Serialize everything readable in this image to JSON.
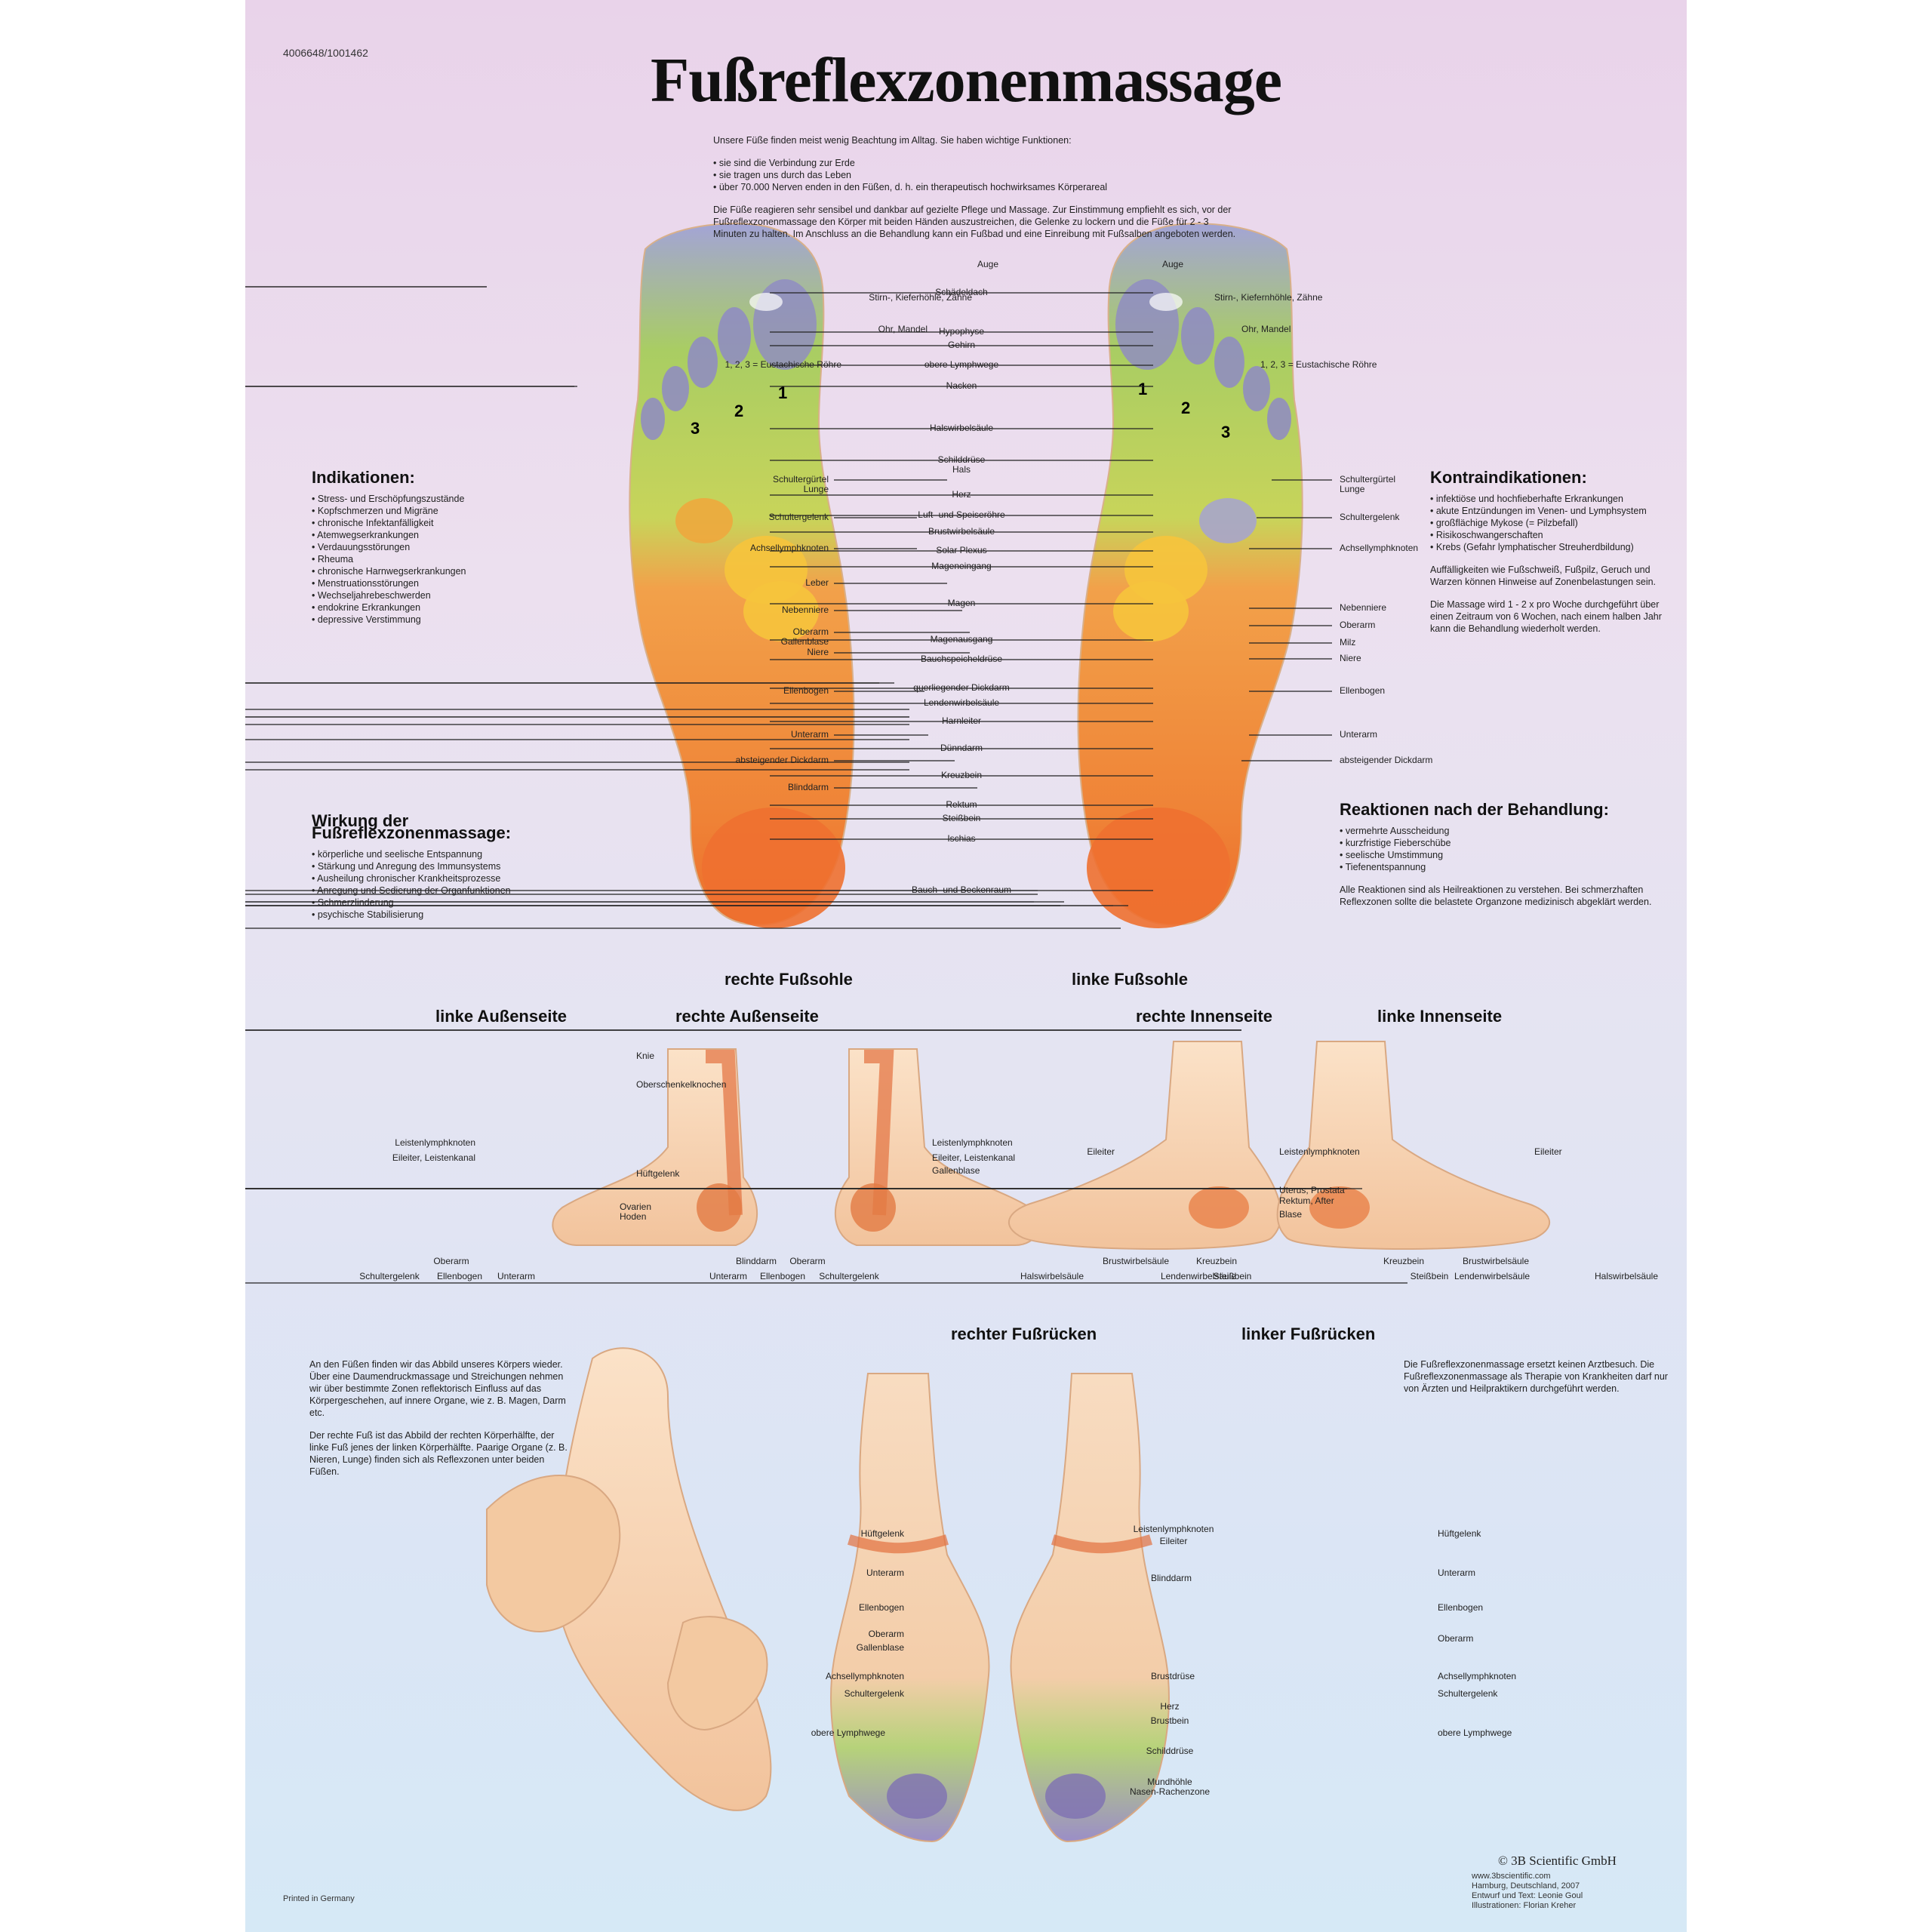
{
  "poster": {
    "code": "4006648/1001462",
    "title": "Fußreflexzonenmassage",
    "intro": {
      "lead": "Unsere Füße finden meist wenig Beachtung im Alltag. Sie haben wichtige Funktionen:",
      "bullets": [
        "sie sind die Verbindung zur Erde",
        "sie tragen uns durch das Leben",
        "über 70.000 Nerven enden in den Füßen, d. h. ein therapeutisch hochwirksames Körperareal"
      ],
      "body": "Die Füße reagieren sehr sensibel und dankbar auf gezielte Pflege und Massage. Zur Einstimmung empfiehlt es sich, vor der Fußreflexzonenmassage den Körper mit beiden Händen auszustreichen, die Gelenke zu lockern und die Füße für 2 - 3 Minuten zu halten. Im Anschluss an die Behandlung kann ein Fußbad und eine Einreibung mit Fußsalben angeboten werden."
    },
    "indikationen": {
      "heading": "Indikationen:",
      "items": [
        "Stress- und Erschöpfungszustände",
        "Kopfschmerzen und Migräne",
        "chronische Infektanfälligkeit",
        "Atemwegserkrankungen",
        "Verdauungsstörungen",
        "Rheuma",
        "chronische Harnwegserkrankungen",
        "Menstruationsstörungen",
        "Wechseljahrebeschwerden",
        "endokrine Erkrankungen",
        "depressive Verstimmung"
      ]
    },
    "kontra": {
      "heading": "Kontraindikationen:",
      "items": [
        "infektiöse und hochfieberhafte Erkrankungen",
        "akute Entzündungen im Venen- und Lymphsystem",
        "großflächige Mykose (= Pilzbefall)",
        "Risikoschwangerschaften",
        "Krebs (Gefahr lymphatischer Streuherdbildung)"
      ],
      "p1": "Auffälligkeiten wie Fußschweiß, Fußpilz, Geruch und Warzen können Hinweise auf Zonenbelastungen sein.",
      "p2": "Die Massage wird 1 - 2 x pro Woche durchgeführt über einen Zeitraum von 6 Wochen, nach einem halben Jahr kann die Behandlung wiederholt werden."
    },
    "wirkung": {
      "heading": "Wirkung der Fußreflexzonenmassage:",
      "items": [
        "körperliche und seelische Entspannung",
        "Stärkung und Anregung des Immunsystems",
        "Ausheilung chronischer Krankheitsprozesse",
        "Anregung und Sedierung der Organfunktionen",
        "Schmerzlinderung",
        "psychische Stabilisierung"
      ]
    },
    "reaktionen": {
      "heading": "Reaktionen nach der Behandlung:",
      "items": [
        "vermehrte Ausscheidung",
        "kurzfristige Fieberschübe",
        "seelische Umstimmung",
        "Tiefenentspannung"
      ],
      "p1": "Alle Reaktionen sind als Heilreaktionen zu verstehen. Bei schmerzhaften Reflexzonen sollte die belastete Organzone medizinisch abgeklärt werden."
    },
    "hands_text": {
      "p1": "An den Füßen finden wir das Abbild unseres Körpers wieder. Über eine Daumendruckmassage und Streichungen nehmen wir über bestimmte Zonen reflektorisch Einfluss auf das Körpergeschehen, auf innere Organe, wie z. B. Magen, Darm etc.",
      "p2": "Der rechte Fuß ist das Abbild der rechten Körperhälfte, der linke Fuß jenes der linken Körperhälfte. Paarige Organe (z. B. Nieren, Lunge) finden sich als Reflexzonen unter beiden Füßen."
    },
    "disclaimer": "Die Fußreflexzonenmassage ersetzt keinen Arztbesuch. Die Fußreflexzonenmassage als Therapie von Krankheiten darf nur von Ärzten und Heilpraktikern durchgeführt werden.",
    "captions": {
      "rechte_fusssohle": "rechte Fußsohle",
      "linke_fusssohle": "linke Fußsohle",
      "linke_aussenseite": "linke Außenseite",
      "rechte_aussenseite": "rechte Außenseite",
      "rechte_innenseite": "rechte Innenseite",
      "linke_innenseite": "linke Innenseite",
      "rechter_fussruecken": "rechter Fußrücken",
      "linker_fussruecken": "linker Fußrücken"
    },
    "toe_numbers": [
      "1",
      "2",
      "3"
    ],
    "footer": {
      "printed": "Printed in Germany",
      "brand": "© 3B Scientific GmbH",
      "url": "www.3bscientific.com",
      "place": "Hamburg, Deutschland, 2007",
      "text_credit": "Entwurf und Text: Leonie Goul",
      "illus_credit": "Illustrationen: Florian Kreher"
    }
  },
  "labels": {
    "sole_center": [
      "Schädeldach",
      "Hypophyse",
      "Gehirn",
      "obere Lymphwege",
      "Nacken",
      "Halswirbelsäule",
      "Schilddrüse\nHals",
      "Herz",
      "Luft- und Speiseröhre",
      "Brustwirbelsäule",
      "Solar Plexus",
      "Mageneingang",
      "Magen",
      "Magenausgang",
      "Bauchspeicheldrüse",
      "querliegender Dickdarm",
      "Lendenwirbelsäule",
      "Harnleiter",
      "Dünndarm",
      "Kreuzbein",
      "Rektum",
      "Steißbein",
      "Ischias",
      "Bauch- und Beckenraum"
    ],
    "sole_left": [
      "Auge",
      "Stirn-, Kieferhöhle, Zähne",
      "Ohr, Mandel",
      "1, 2, 3 = Eustachische Röhre",
      "Schultergürtel\nLunge",
      "Schultergelenk",
      "Achsellymphknoten",
      "Leber",
      "Nebenniere",
      "Oberarm\nGallenblase",
      "Niere",
      "Ellenbogen",
      "Unterarm",
      "absteigender Dickdarm",
      "Blinddarm"
    ],
    "sole_right": [
      "Auge",
      "Stirn-, Kiefernhöhle, Zähne",
      "Ohr, Mandel",
      "1, 2, 3 = Eustachische Röhre",
      "Schultergürtel\nLunge",
      "Schultergelenk",
      "Achsellymphknoten",
      "Nebenniere",
      "Oberarm",
      "Milz",
      "Niere",
      "Ellenbogen",
      "Unterarm",
      "absteigender Dickdarm"
    ],
    "outer": [
      "Knie",
      "Oberschenkelknochen",
      "Leistenlymphknoten",
      "Eileiter, Leistenkanal",
      "Hüftgelenk",
      "Ovarien\nHoden",
      "Leistenlymphknoten",
      "Eileiter, Leistenkanal",
      "Gallenblase",
      "Oberarm",
      "Schultergelenk",
      "Ellenbogen",
      "Unterarm",
      "Blinddarm",
      "Oberarm",
      "Unterarm",
      "Ellenbogen",
      "Schultergelenk"
    ],
    "inner": [
      "Eileiter",
      "Leistenlymphknoten",
      "Uterus, Prostata",
      "Rektum, After",
      "Blase",
      "Eileiter",
      "Brustwirbelsäule",
      "Halswirbelsäule",
      "Lendenwirbelsäule",
      "Kreuzbein",
      "Steißbein",
      "Kreuzbein",
      "Brustwirbelsäule",
      "Steißbein",
      "Lendenwirbelsäule",
      "Halswirbelsäule"
    ],
    "dorsum": [
      "Hüftgelenk",
      "Unterarm",
      "Ellenbogen",
      "Oberarm",
      "Gallenblase",
      "Achsellymphknoten",
      "Schultergelenk",
      "obere Lymphwege",
      "Leistenlymphknoten",
      "Eileiter",
      "Blinddarm",
      "Brustdrüse",
      "Herz",
      "Brustbein",
      "Schilddrüse",
      "Mundhöhle\nNasen-Rachenzone",
      "Hüftgelenk",
      "Unterarm",
      "Ellenbogen",
      "Oberarm",
      "Achsellymphknoten",
      "Schultergelenk",
      "obere Lymphwege"
    ]
  },
  "colors": {
    "zone_orange": "#ef8a3c",
    "zone_green": "#a6cc5a",
    "zone_yellow": "#f7c53b",
    "zone_purple": "#8d86c4",
    "skin": "#f6cfa9",
    "leader": "#222222"
  }
}
